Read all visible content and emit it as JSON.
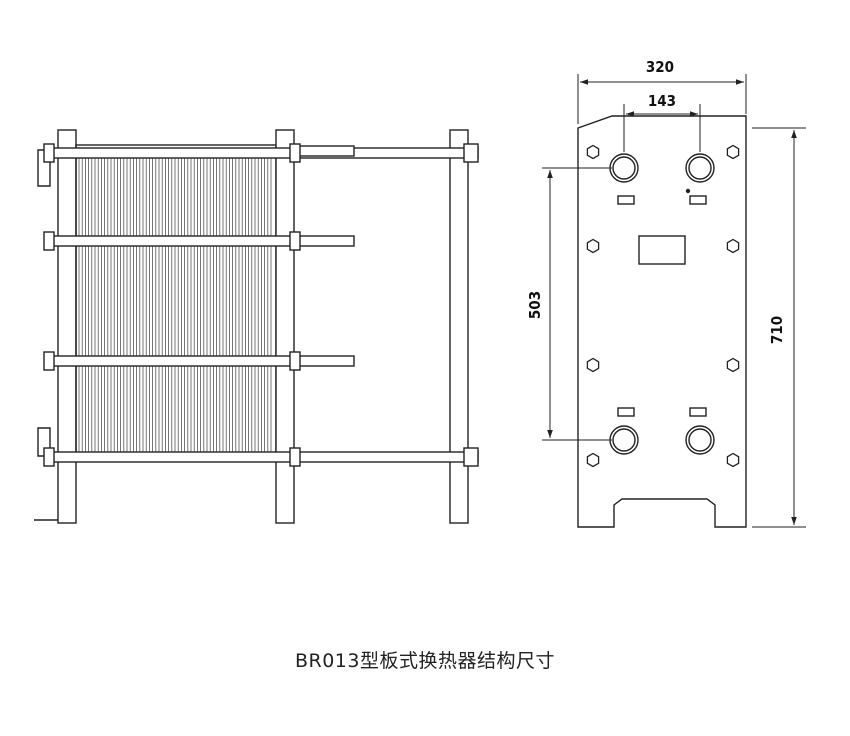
{
  "dimensions": {
    "overall_width": "320",
    "port_spacing": "143",
    "port_vertical_spacing": "503",
    "overall_height": "710"
  },
  "caption": "BR013型板式换热器结构尺寸",
  "colors": {
    "line": "#222222",
    "background": "#ffffff"
  }
}
